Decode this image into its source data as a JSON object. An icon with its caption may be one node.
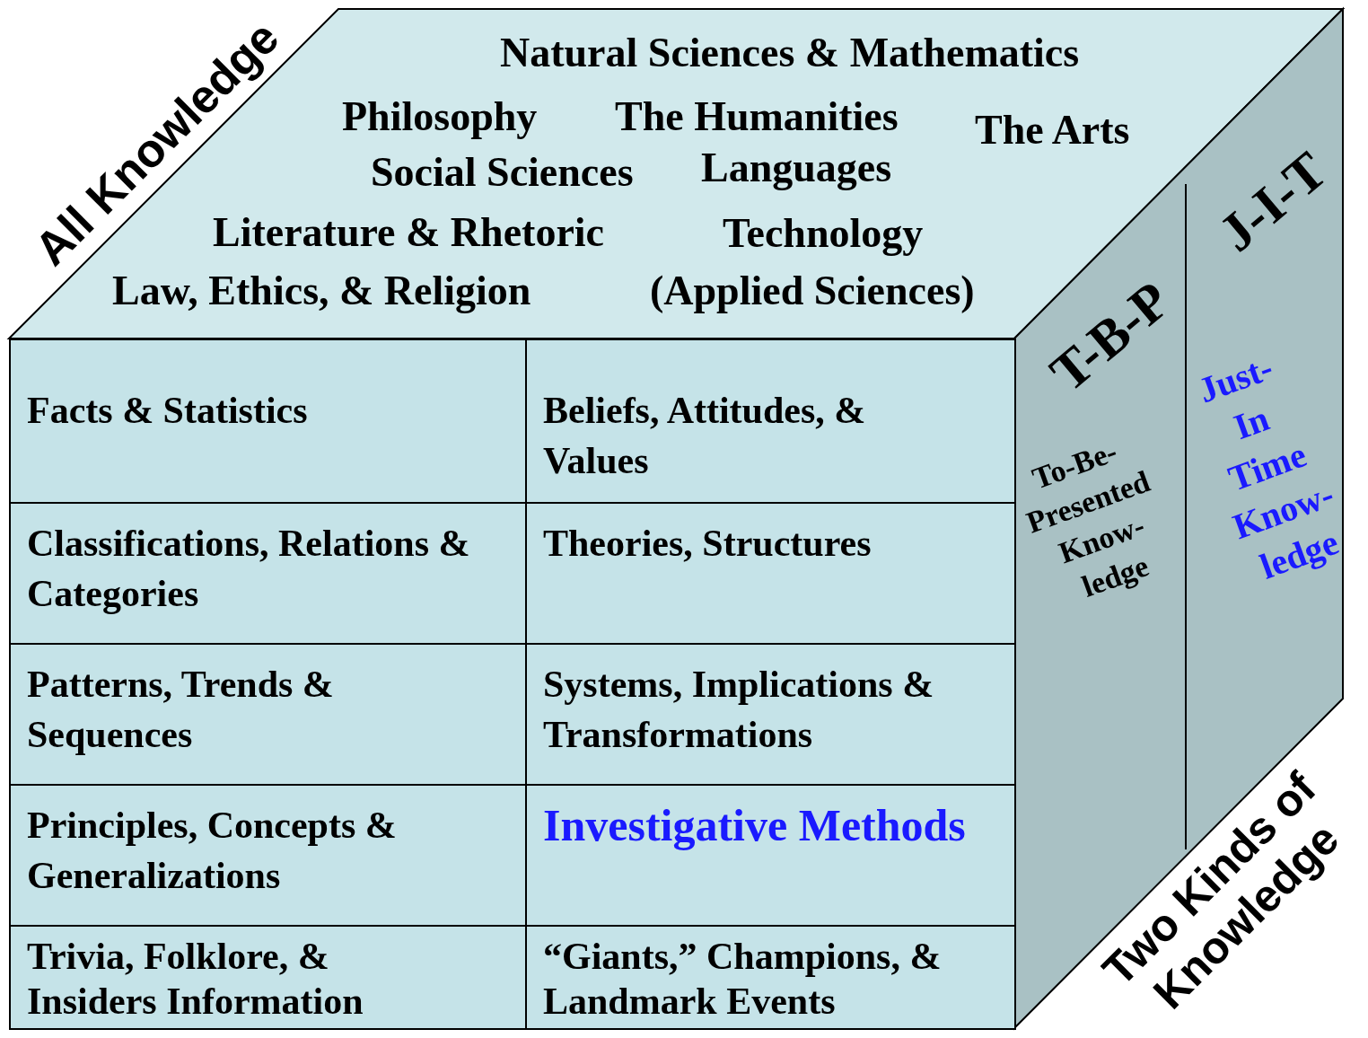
{
  "diagram": {
    "nodes": [
      {
        "text": [
          "Natural Sciences & Mathematics",
          "Philosophy",
          "The Humanities",
          "The Arts",
          "Social Sciences",
          "Languages",
          "Literature & Rhetoric",
          "Technology",
          "Law, Ethics, & Religion",
          "(Applied Sciences)"
        ]
      },
      {
        "text": [
          "Facts & Statistics"
        ]
      },
      {
        "text": [
          "Beliefs, Attitudes, & Values"
        ]
      },
      {
        "text": [
          "Classifications, Relations & Categories"
        ]
      },
      {
        "text": [
          "Theories, Structures"
        ]
      },
      {
        "text": [
          "Patterns, Trends & Sequences"
        ]
      },
      {
        "text": [
          "Systems, Implications & Transformations"
        ]
      },
      {
        "text": [
          "Principles, Concepts & Generalizations"
        ]
      },
      {
        "text": [
          "Investigative Methods"
        ]
      },
      {
        "text": [
          "Trivia, Folklore, & Insiders Information"
        ]
      },
      {
        "text": [
          "“Giants,” Champions, & Landmark Events"
        ]
      },
      {
        "text": [
          "T-B-P",
          "To-Be- Presented Know- ledge"
        ]
      },
      {
        "text": [
          "J-I-T",
          "Just-In Time Know- ledge"
        ]
      }
    ],
    "edges": [],
    "labels": [
      "All Knowledge",
      "Two Kinds of Knowledge"
    ]
  }
}
